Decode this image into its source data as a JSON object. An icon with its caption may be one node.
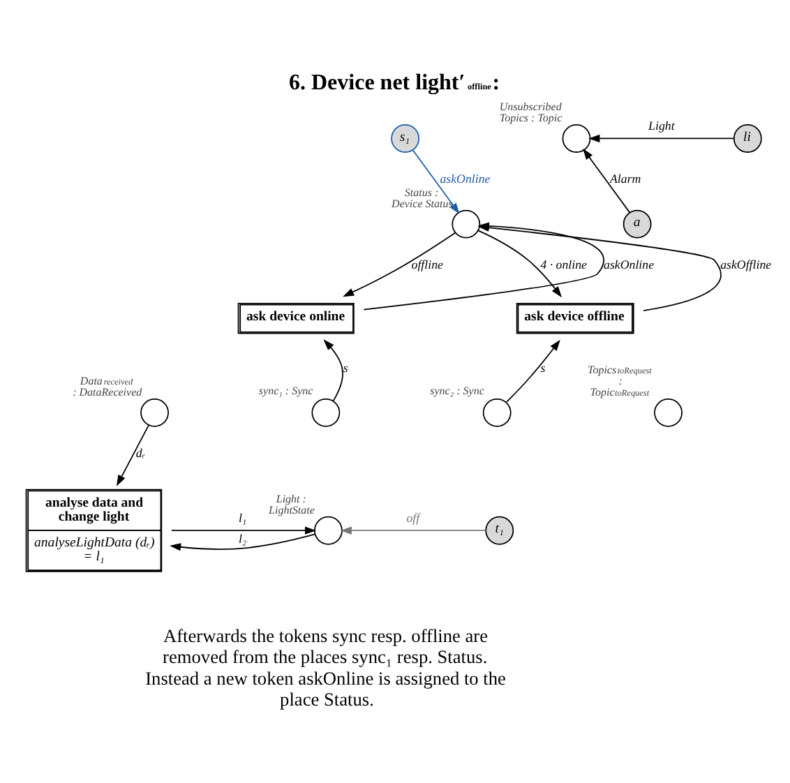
{
  "diagram": {
    "title": "6. Device net light′$_{offline}$:",
    "caption": "Afterwards the tokens sync resp. offline are removed from the places sync₁ resp. Status. Instead a new token askOnline is assigned to the place Status.",
    "nodes": [
      {
        "text": [
          "s₁"
        ]
      },
      {
        "text": [],
        "shape": "circle",
        "beside": [
          "Status : Device Status"
        ]
      },
      {
        "text": [],
        "shape": "circle",
        "beside": [
          "Unsubscribed Topics : Topic"
        ]
      },
      {
        "text": [
          "li"
        ]
      },
      {
        "text": [
          "a"
        ]
      },
      {
        "text": [
          "ask device online"
        ]
      },
      {
        "text": [
          "ask device offline"
        ]
      },
      {
        "text": [],
        "shape": "circle",
        "beside": [
          "Data$_{received}$ : DataReceived"
        ]
      },
      {
        "text": [],
        "shape": "circle",
        "beside": [
          "sync₁ : Sync"
        ]
      },
      {
        "text": [],
        "shape": "circle",
        "beside": [
          "sync₂ : Sync"
        ]
      },
      {
        "text": [],
        "shape": "circle",
        "beside": [
          "Topics$_{toRequest}$ : Topic$_{toRequest}$"
        ]
      },
      {
        "text": [
          "analyse data and change light",
          "analyseLightData (dᵣ) = l₁"
        ]
      },
      {
        "text": [],
        "shape": "circle",
        "beside": [
          "Light : LightState"
        ]
      },
      {
        "text": [
          "t₁"
        ]
      }
    ],
    "edges": [
      {
        "from": 0,
        "to": 1,
        "arrow": "to",
        "label": "askOnline",
        "color": "#1f5fa8"
      },
      {
        "from": 5,
        "to": 1,
        "arrow": "to",
        "label": "askOnline"
      },
      {
        "from": 1,
        "to": 5,
        "arrow": "to",
        "label": "offline"
      },
      {
        "from": 6,
        "to": 1,
        "arrow": "to",
        "label": "askOffline"
      },
      {
        "from": 1,
        "to": 6,
        "arrow": "to",
        "label": "4 · online"
      },
      {
        "from": 3,
        "to": 2,
        "arrow": "to",
        "label": "Light"
      },
      {
        "from": 4,
        "to": 2,
        "arrow": "to",
        "label": "Alarm"
      },
      {
        "from": 8,
        "to": 5,
        "arrow": "to",
        "label": "s"
      },
      {
        "from": 9,
        "to": 6,
        "arrow": "to",
        "label": "s"
      },
      {
        "from": 7,
        "to": 11,
        "arrow": "to",
        "label": "dᵣ"
      },
      {
        "from": 11,
        "to": 12,
        "arrow": "to",
        "label": "l₁"
      },
      {
        "from": 12,
        "to": 11,
        "arrow": "to",
        "label": "l₂"
      },
      {
        "from": 13,
        "to": 12,
        "arrow": "to",
        "label": "off",
        "color": "#777777"
      }
    ]
  }
}
